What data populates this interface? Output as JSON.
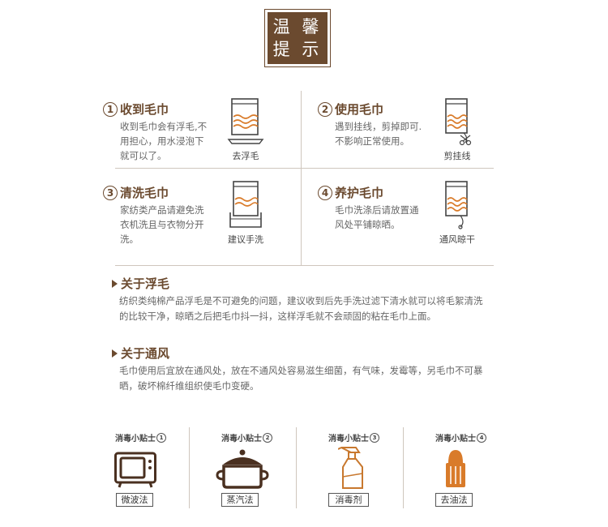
{
  "title": {
    "line1": "温 馨",
    "line2": "提 示"
  },
  "tips": [
    {
      "num": "1",
      "title": "收到毛巾",
      "desc": "收到毛巾会有浮毛,不\n用担心，用水浸泡下\n就可以了。",
      "icon": "towel-soak-icon",
      "caption": "去浮毛"
    },
    {
      "num": "2",
      "title": "使用毛巾",
      "desc": "遇到挂线，剪掉即可.\n不影响正常使用。",
      "icon": "towel-scissors-icon",
      "caption": "剪挂线"
    },
    {
      "num": "3",
      "title": "清洗毛巾",
      "desc": "家纺类产品请避免洗\n衣机洗且与衣物分开\n洗。",
      "icon": "towel-handwash-icon",
      "caption": "建议手洗"
    },
    {
      "num": "4",
      "title": "养护毛巾",
      "desc": "毛巾洗涤后请放置通\n风处平铺晾晒。",
      "icon": "towel-hang-icon",
      "caption": "通风晾干"
    }
  ],
  "about_lint": {
    "title": "关于浮毛",
    "body": "纺织类纯棉产品浮毛是不可避免的问题，建议收到后先手洗过滤下清水就可以将毛絮清洗的比较干净，晾晒之后把毛巾抖一抖，这样浮毛就不会顽固的粘在毛巾上面。"
  },
  "about_vent": {
    "title": "关于通风",
    "body": "毛巾使用后宜放在通风处，放在不通风处容易滋生细菌，有气味，发霉等，另毛巾不可暴晒，破坏棉纤维组织使毛巾变硬。"
  },
  "disinfect": [
    {
      "label": "消毒小贴士",
      "num": "1",
      "icon": "microwave-tv-icon",
      "method": "微波法"
    },
    {
      "label": "消毒小贴士",
      "num": "2",
      "icon": "cooking-pot-icon",
      "method": "蒸汽法"
    },
    {
      "label": "消毒小贴士",
      "num": "3",
      "icon": "spray-bottle-icon",
      "method": "消毒剂"
    },
    {
      "label": "消毒小贴士",
      "num": "4",
      "icon": "salt-shaker-icon",
      "method": "去油法"
    }
  ],
  "colors": {
    "brand_brown": "#6b4a2f",
    "line_gray": "#cfc6bd",
    "icon_orange": "#d97b2a"
  }
}
